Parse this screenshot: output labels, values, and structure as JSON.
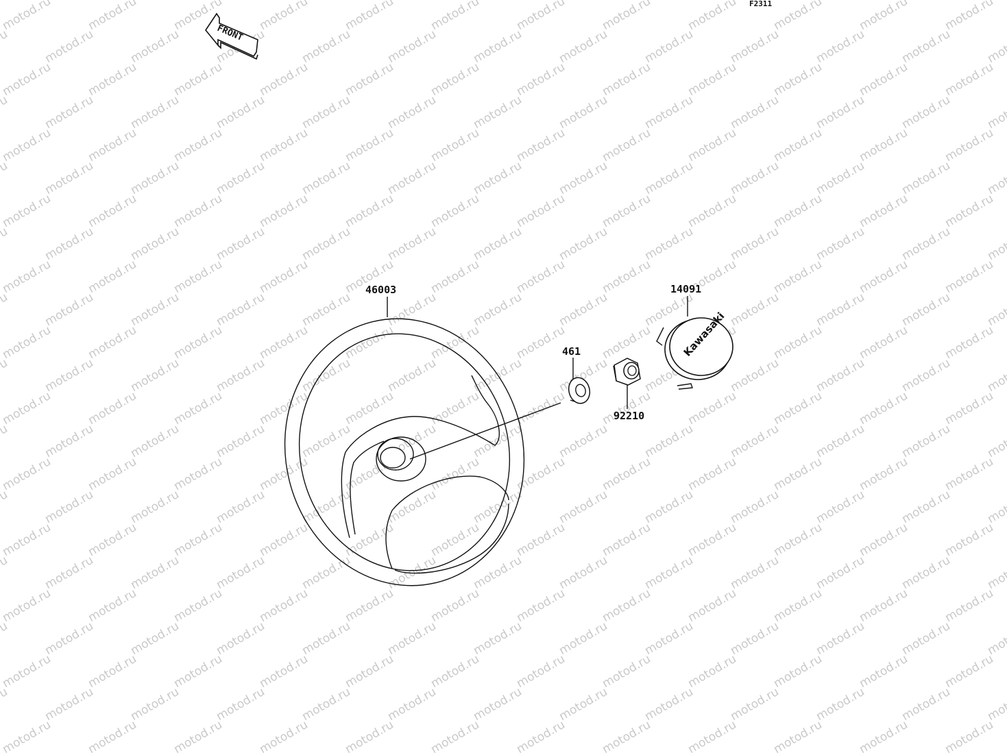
{
  "drawing_code": "F2311",
  "direction_label": "FRONT",
  "watermark_text": "motod.ru",
  "brand_text": "Kawasaki",
  "parts": [
    {
      "number": "46003",
      "name": "steering-wheel"
    },
    {
      "number": "461",
      "name": "washer"
    },
    {
      "number": "92210",
      "name": "nut"
    },
    {
      "number": "14091",
      "name": "center-cap"
    }
  ]
}
